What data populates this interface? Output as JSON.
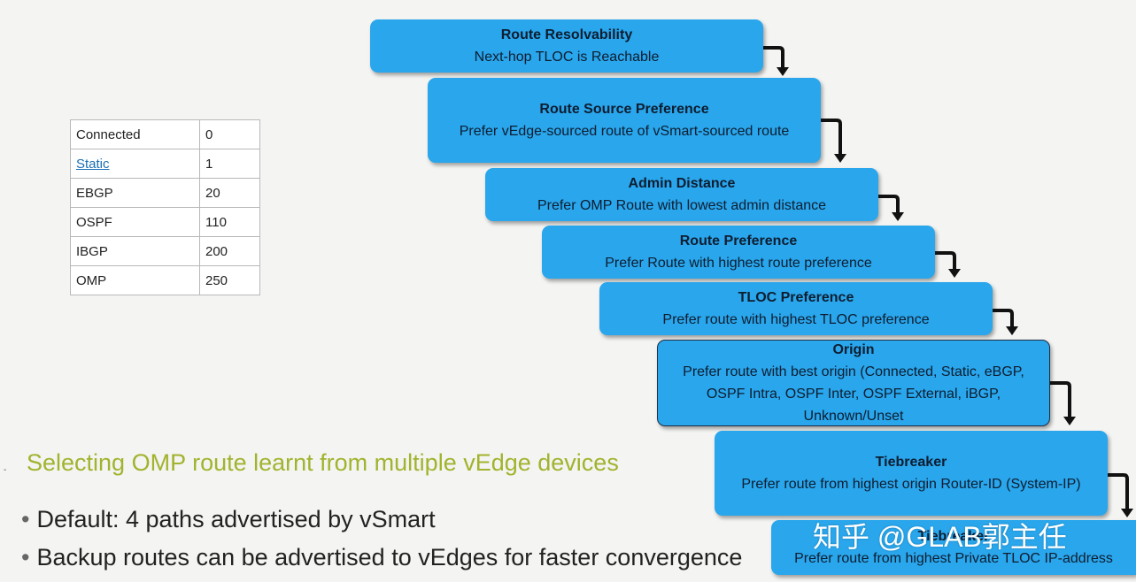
{
  "admin_distance_table": [
    {
      "protocol": "Connected",
      "distance": "0"
    },
    {
      "protocol": "Static",
      "distance": "1"
    },
    {
      "protocol": "EBGP",
      "distance": "20"
    },
    {
      "protocol": "OSPF",
      "distance": "110"
    },
    {
      "protocol": "IBGP",
      "distance": "200"
    },
    {
      "protocol": "OMP",
      "distance": "250"
    }
  ],
  "steps": [
    {
      "title": "Route Resolvability",
      "lines": [
        "Next-hop TLOC is Reachable"
      ]
    },
    {
      "title": "Route Source Preference",
      "lines": [
        "Prefer vEdge-sourced route of vSmart-sourced route"
      ]
    },
    {
      "title": "Admin Distance",
      "lines": [
        "Prefer OMP Route with lowest admin distance"
      ]
    },
    {
      "title": "Route Preference",
      "lines": [
        "Prefer Route with highest route preference"
      ]
    },
    {
      "title": "TLOC Preference",
      "lines": [
        "Prefer route with highest TLOC preference"
      ]
    },
    {
      "title": "Origin",
      "lines": [
        "Prefer route with best origin (Connected, Static, eBGP,",
        "OSPF Intra, OSPF Inter, OSPF External, iBGP,",
        "Unknown/Unset"
      ]
    },
    {
      "title": "Tiebreaker",
      "lines": [
        "Prefer route from highest origin Router-ID (System-IP)"
      ]
    },
    {
      "title": "Tiebreaker",
      "lines": [
        "Prefer route from highest Private TLOC IP-address"
      ]
    }
  ],
  "section_title": "Selecting OMP route learnt from multiple vEdge devices",
  "bullets": [
    "Default: 4 paths advertised by vSmart",
    "Backup routes can be advertised to vEdges for faster convergence"
  ],
  "bullet_symbol": "•",
  "dash": "-",
  "watermark": "知乎 @GLAB郭主任",
  "colors": {
    "box": "#29a6ec",
    "title": "#a2b32e",
    "background": "#f4f4f2"
  }
}
